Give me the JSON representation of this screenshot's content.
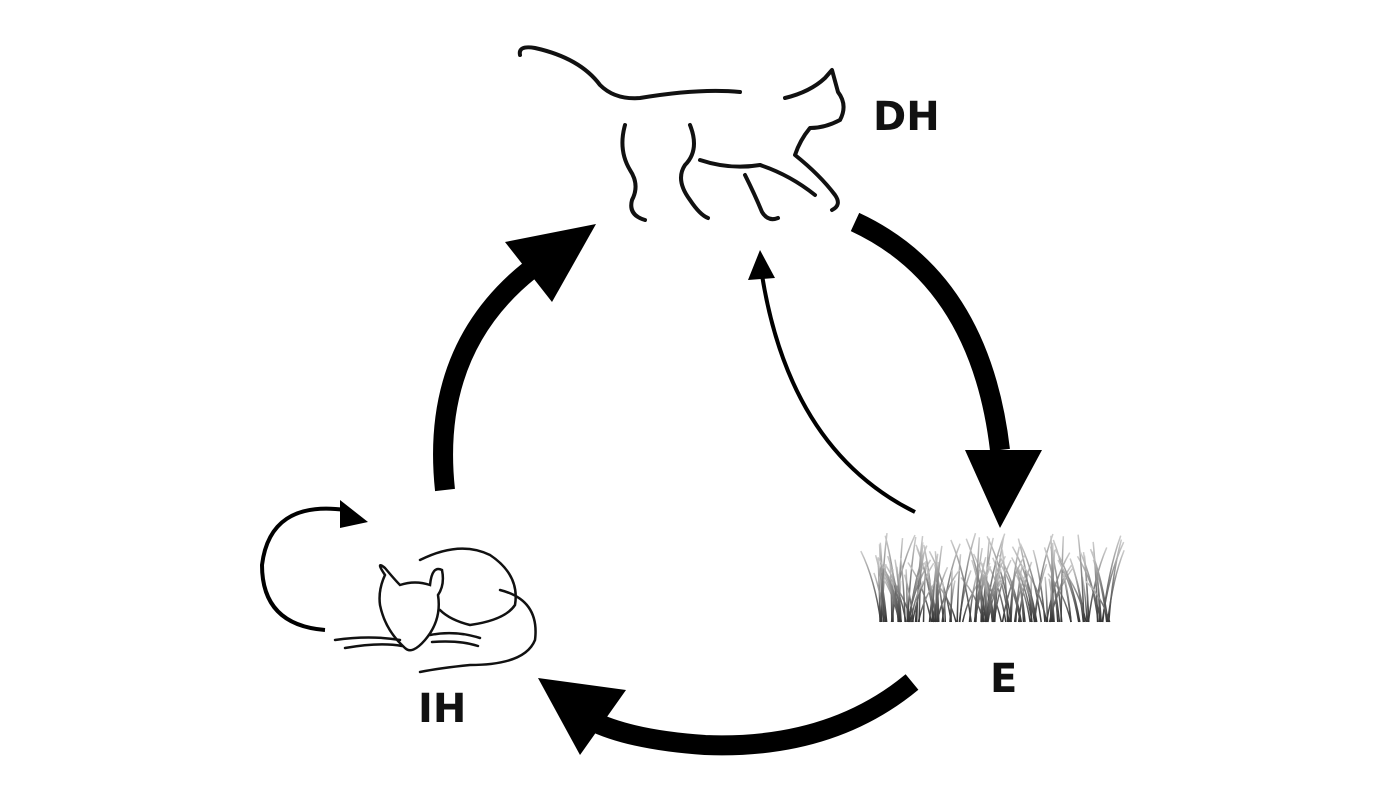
{
  "diagram": {
    "nodes": [
      {
        "id": "DH",
        "label": "DH",
        "icon": "cat-icon"
      },
      {
        "id": "E",
        "label": "E",
        "icon": "grass-icon"
      },
      {
        "id": "IH",
        "label": "IH",
        "icon": "mouse-icon"
      }
    ],
    "edges": [
      {
        "from": "DH",
        "to": "E",
        "weight": "thick"
      },
      {
        "from": "E",
        "to": "IH",
        "weight": "thick"
      },
      {
        "from": "IH",
        "to": "DH",
        "weight": "thick"
      },
      {
        "from": "E",
        "to": "DH",
        "weight": "thin"
      },
      {
        "from": "IH",
        "to": "IH",
        "weight": "thin"
      }
    ],
    "color": "#000000"
  }
}
